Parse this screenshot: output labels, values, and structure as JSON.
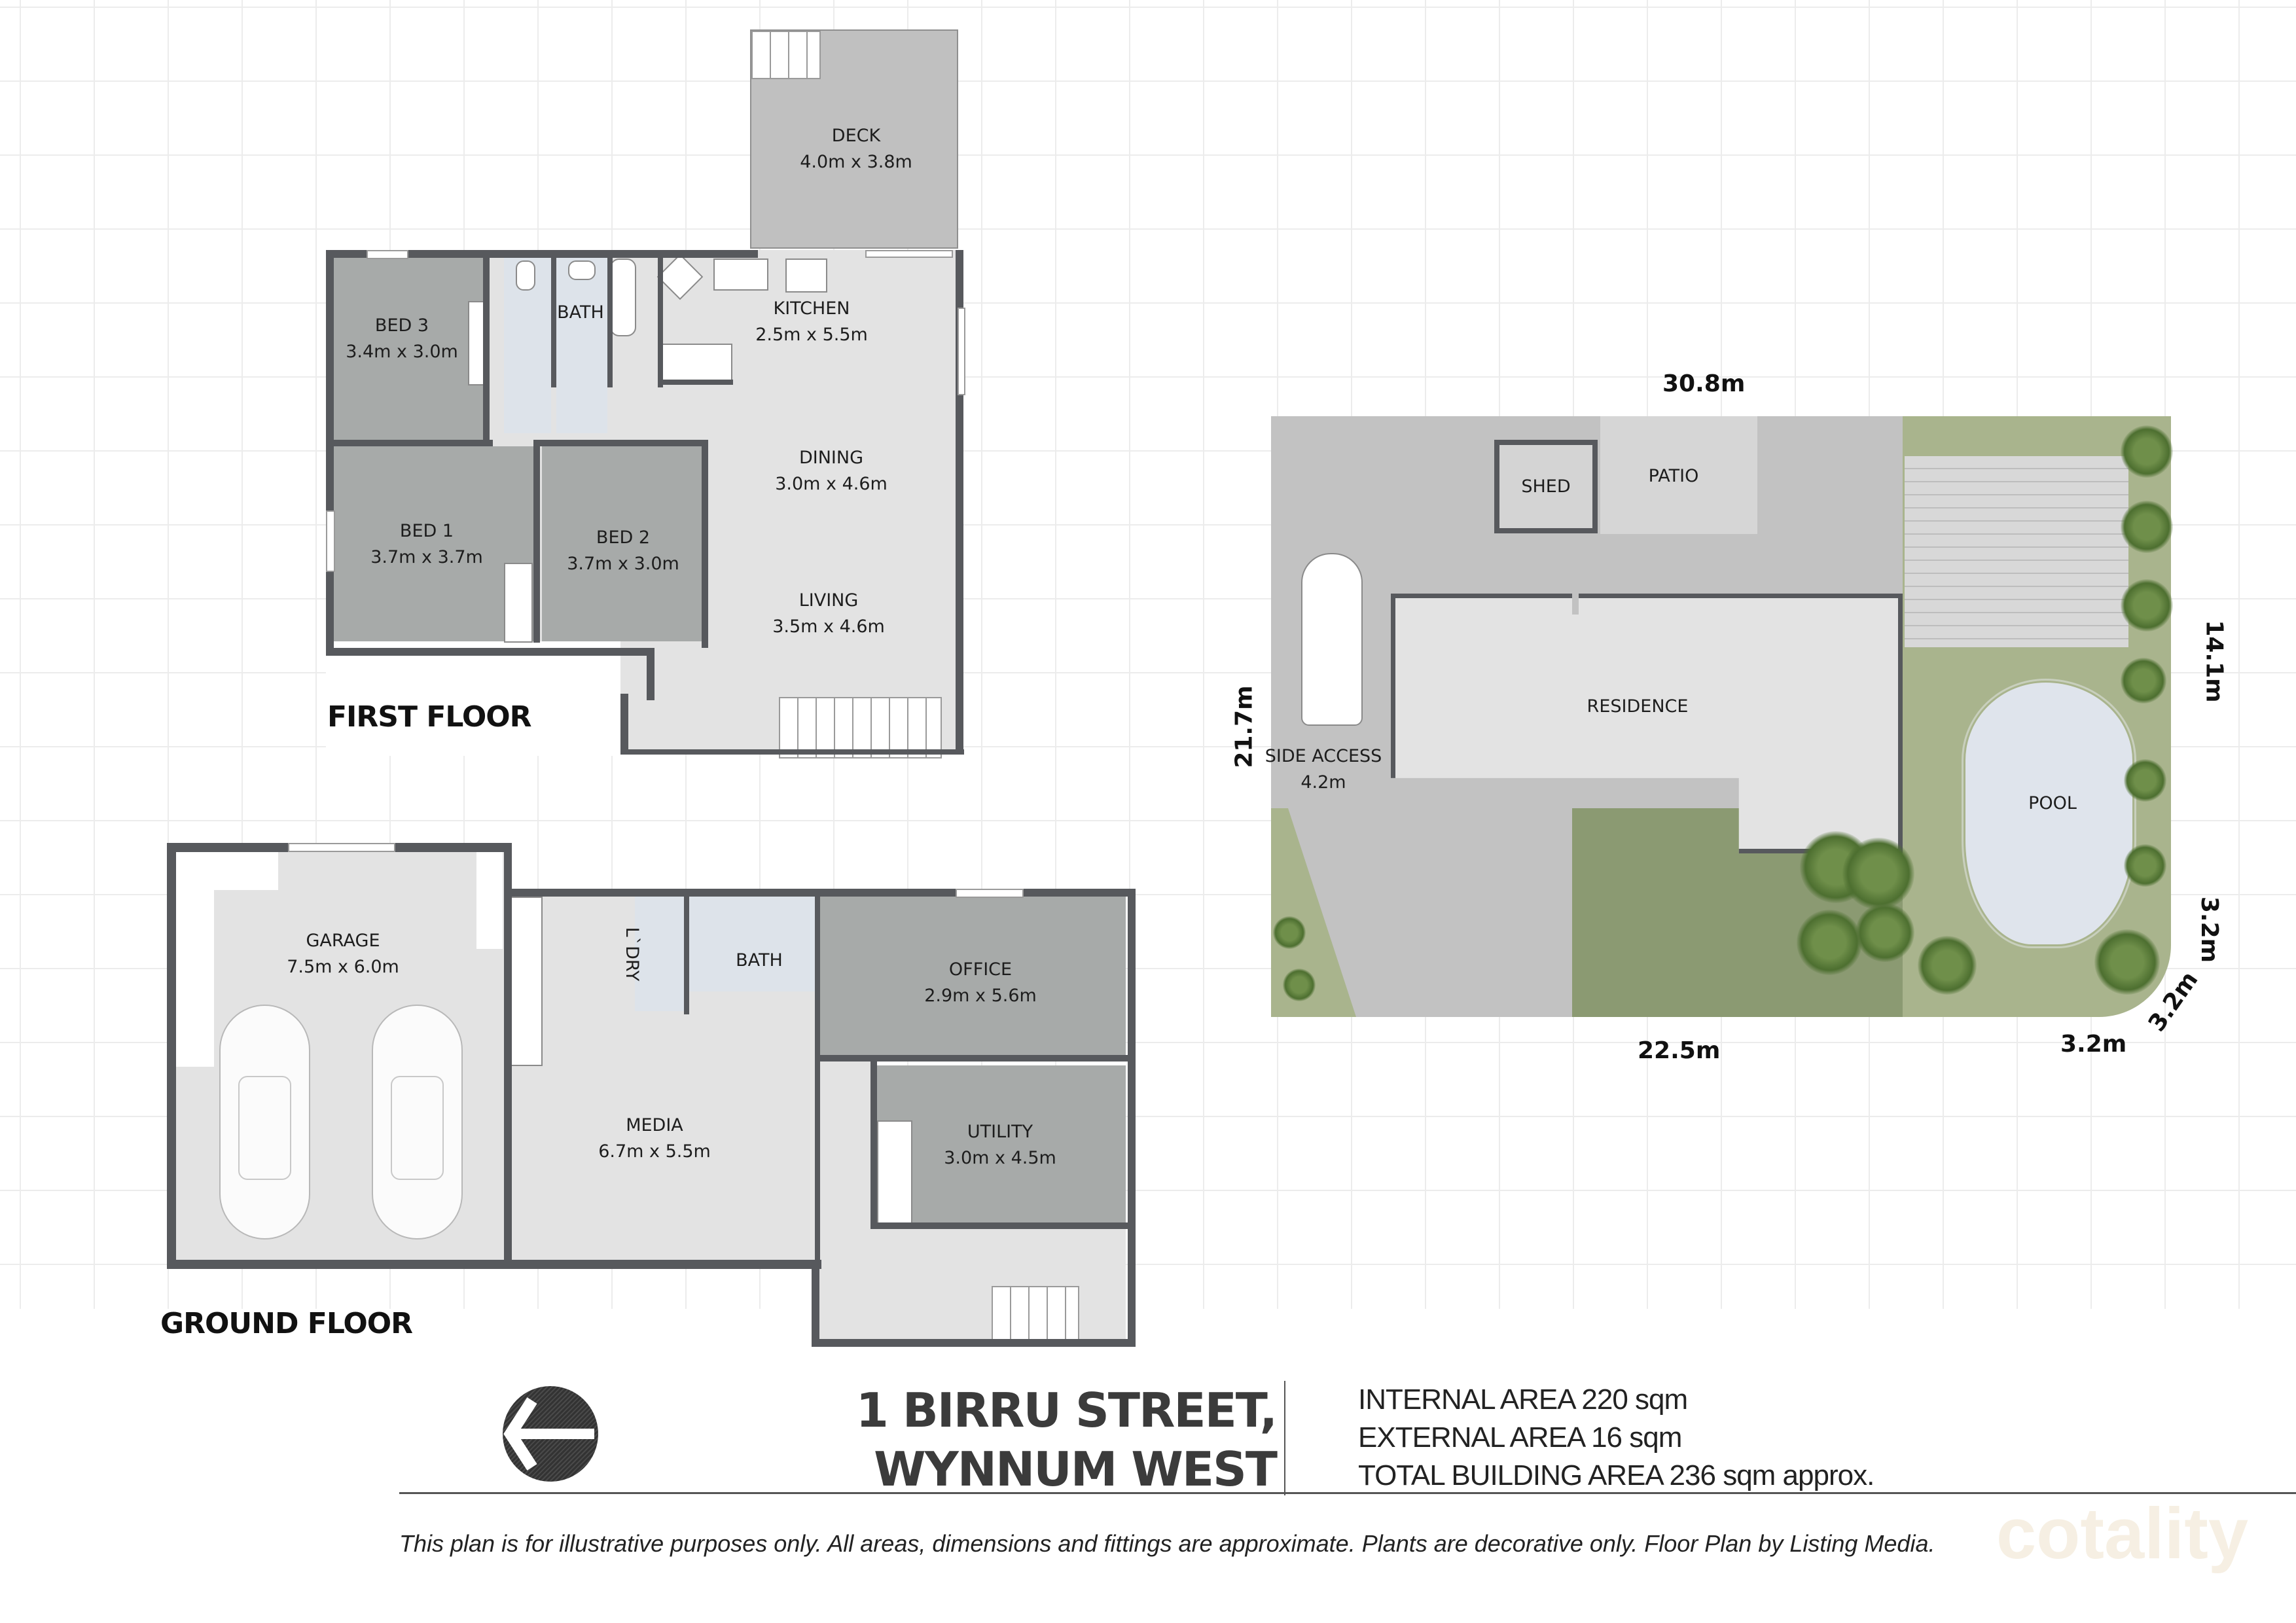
{
  "first_floor": {
    "title": "FIRST FLOOR",
    "rooms": [
      {
        "name": "DECK",
        "size": "4.0m x 3.8m"
      },
      {
        "name": "BED 3",
        "size": "3.4m x 3.0m"
      },
      {
        "name": "BATH",
        "size": ""
      },
      {
        "name": "KITCHEN",
        "size": "2.5m x 5.5m"
      },
      {
        "name": "DINING",
        "size": "3.0m x 4.6m"
      },
      {
        "name": "BED 1",
        "size": "3.7m x 3.7m"
      },
      {
        "name": "BED 2",
        "size": "3.7m x 3.0m"
      },
      {
        "name": "LIVING",
        "size": "3.5m x 4.6m"
      }
    ]
  },
  "ground_floor": {
    "title": "GROUND FLOOR",
    "rooms": [
      {
        "name": "GARAGE",
        "size": "7.5m x 6.0m"
      },
      {
        "name": "L`DRY",
        "size": ""
      },
      {
        "name": "BATH",
        "size": ""
      },
      {
        "name": "OFFICE",
        "size": "2.9m x 5.6m"
      },
      {
        "name": "MEDIA",
        "size": "6.7m x 5.5m"
      },
      {
        "name": "UTILITY",
        "size": "3.0m x 4.5m"
      }
    ]
  },
  "site_plan": {
    "areas": [
      {
        "name": "SHED"
      },
      {
        "name": "PATIO"
      },
      {
        "name": "RESIDENCE"
      },
      {
        "name": "SIDE ACCESS",
        "size": "4.2m"
      },
      {
        "name": "POOL"
      }
    ],
    "dimensions": {
      "top": "30.8m",
      "left": "21.7m",
      "right": "14.1m",
      "bottom": "22.5m",
      "corner_right": "3.2m",
      "corner_diagonal": "3.2m",
      "corner_bottom": "3.2m"
    }
  },
  "footer": {
    "compass_icon": "arrow-left-icon",
    "address_line1": "1 BIRRU STREET,",
    "address_line2": "WYNNUM WEST",
    "internal_area": "INTERNAL AREA 220 sqm",
    "external_area": "EXTERNAL AREA 16 sqm",
    "total_area": "TOTAL BUILDING AREA 236 sqm approx.",
    "disclaimer": "This plan is for illustrative purposes only. All areas, dimensions and fittings are approximate. Plants are decorative only. Floor Plan by Listing Media.",
    "watermark": "cotality"
  }
}
